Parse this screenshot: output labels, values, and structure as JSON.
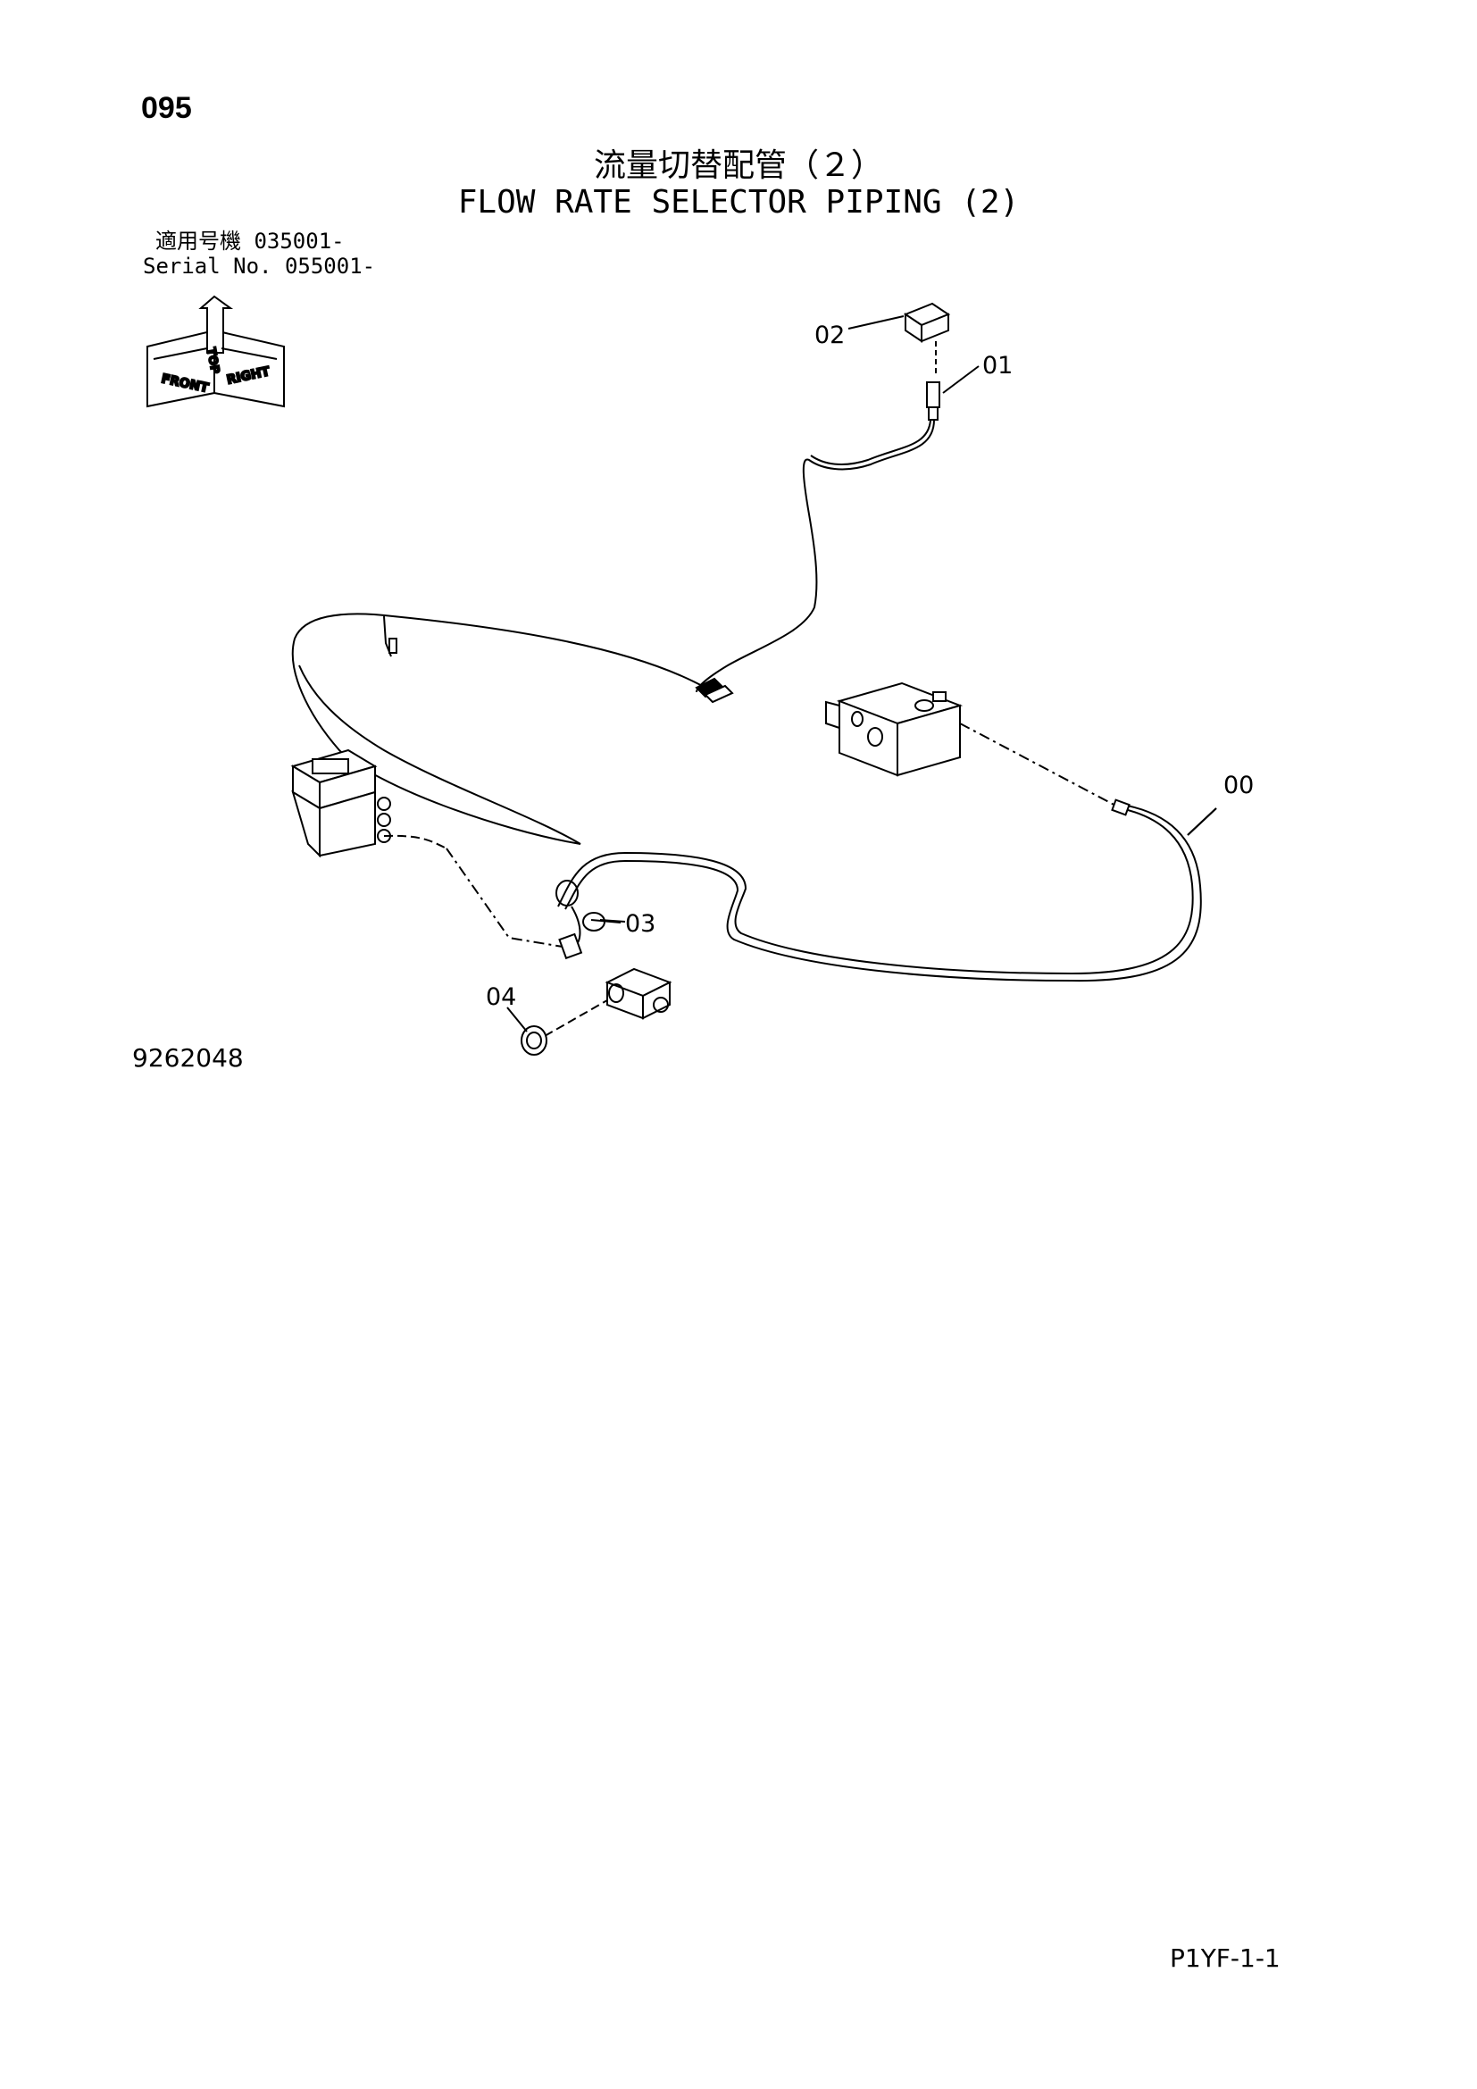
{
  "page_number": "095",
  "title_ja": "流量切替配管（２）",
  "title_en": "FLOW RATE SELECTOR PIPING (2)",
  "applicability": {
    "line1": "適用号機  035001-",
    "line2": "Serial No. 055001-"
  },
  "orientation_badge": {
    "labels": [
      "TOP",
      "FRONT",
      "RIGHT"
    ]
  },
  "callouts": [
    "00",
    "01",
    "02",
    "03",
    "04"
  ],
  "drawing_number": "9262048",
  "page_code": "P1YF-1-1"
}
